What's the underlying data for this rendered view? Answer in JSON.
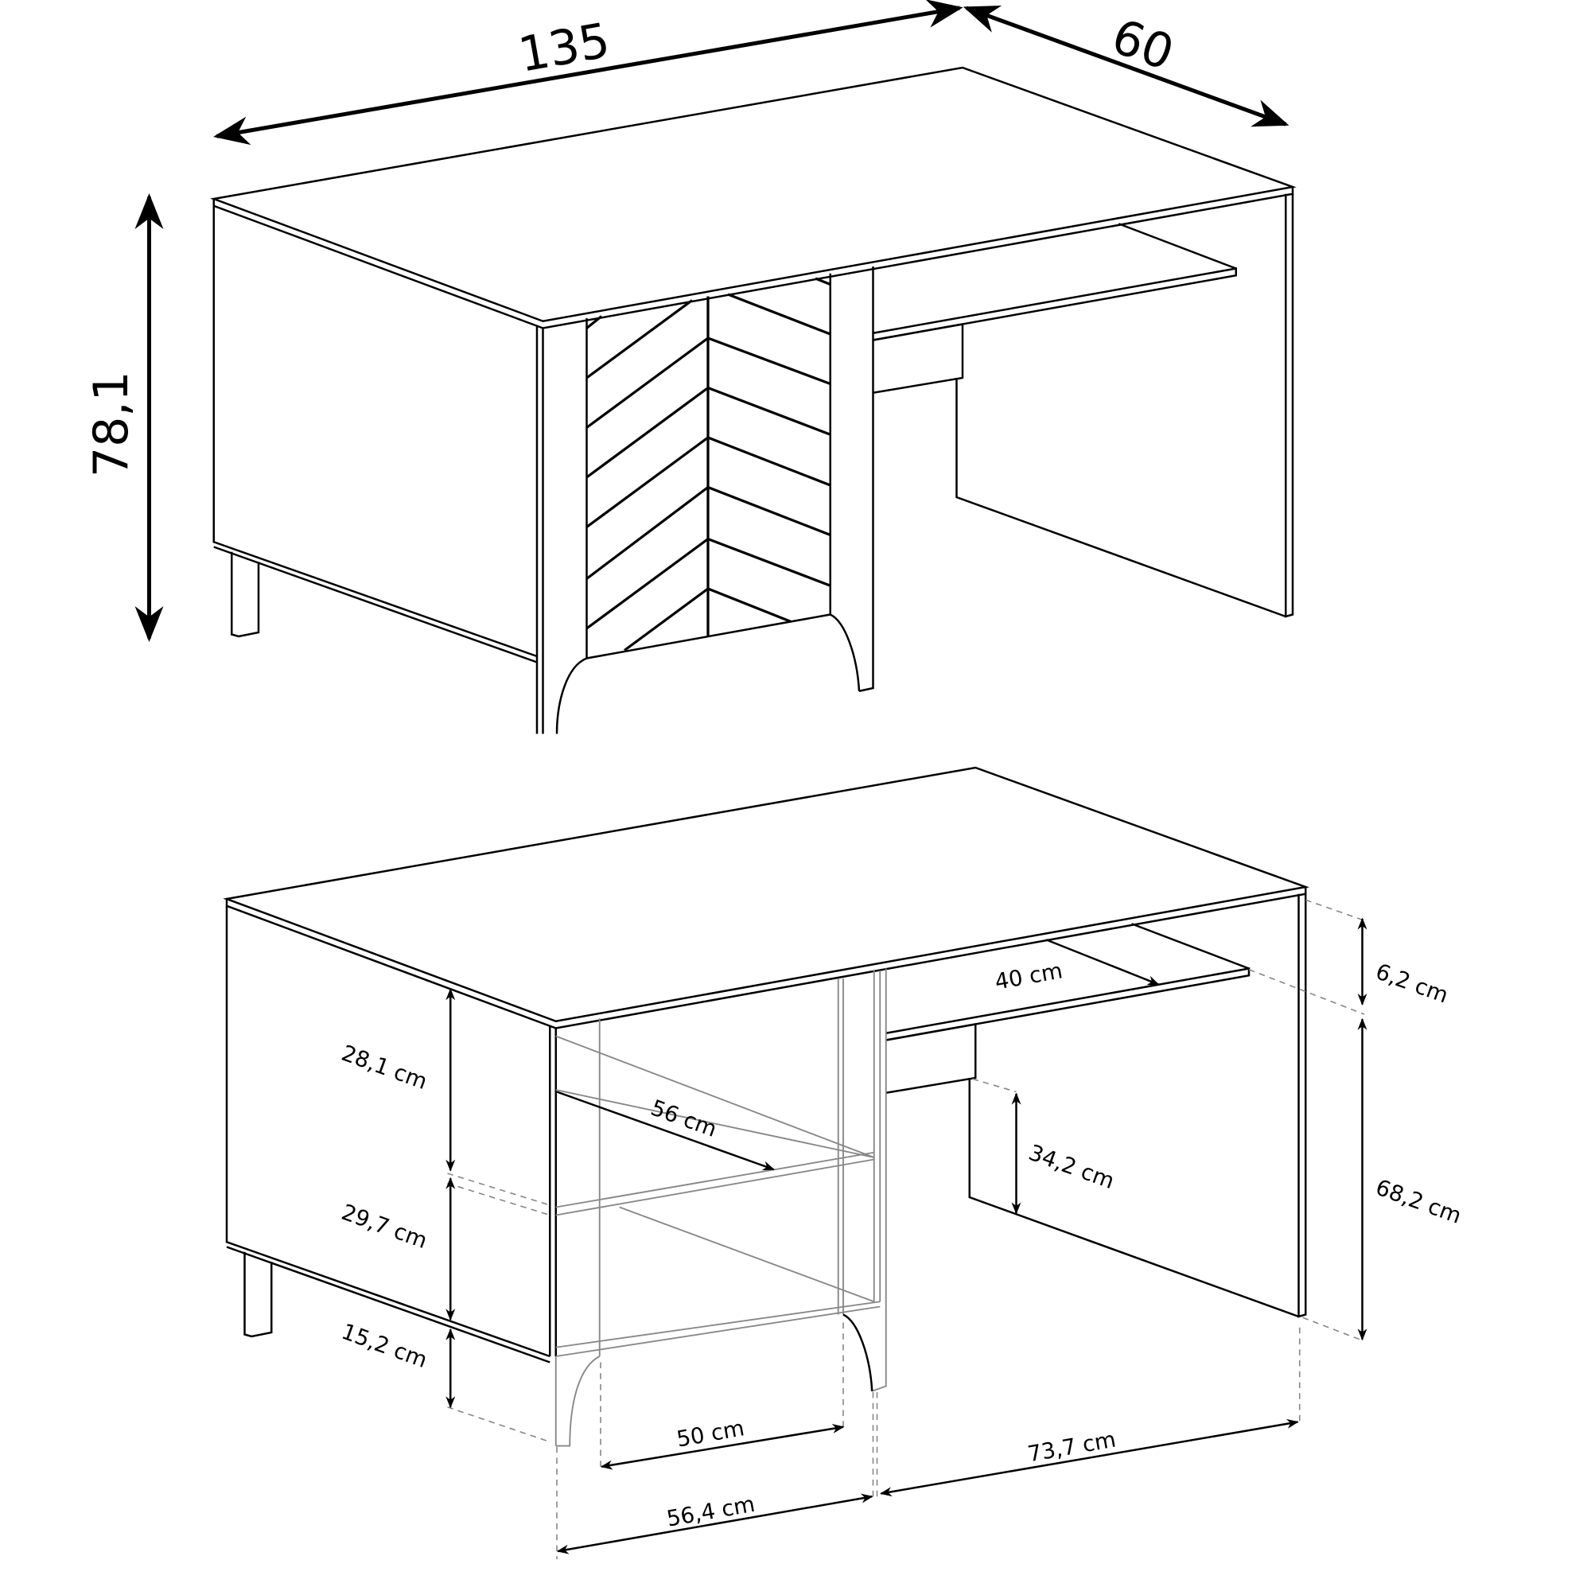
{
  "top_view": {
    "width_label": "135",
    "depth_label": "60",
    "height_label": "78,1"
  },
  "bottom_view": {
    "labels": {
      "d_40": "40 cm",
      "d_6_2": "6,2 cm",
      "d_28_1": "28,1 cm",
      "d_56": "56 cm",
      "d_34_2": "34,2 cm",
      "d_68_2": "68,2 cm",
      "d_29_7": "29,7 cm",
      "d_15_2": "15,2 cm",
      "d_50": "50 cm",
      "d_73_7": "73,7 cm",
      "d_56_4": "56,4 cm"
    }
  }
}
